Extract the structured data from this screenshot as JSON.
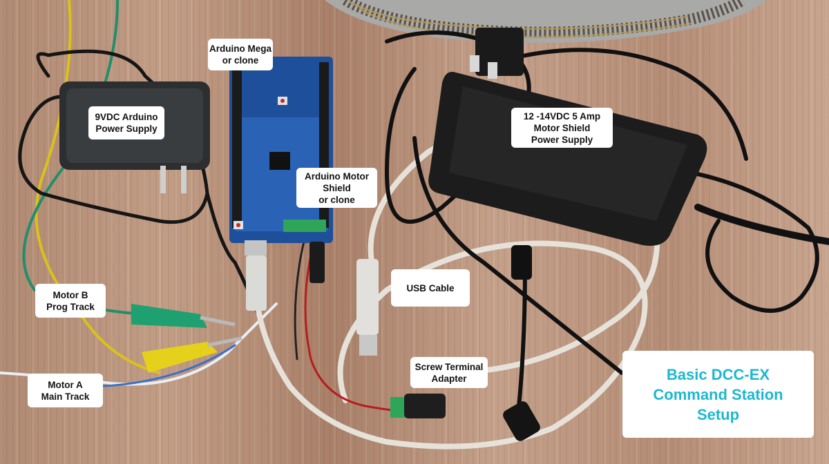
{
  "image": {
    "description": "Photo of a basic DCC-EX model railroad command station setup on a wooden table",
    "colors": {
      "title_accent": "#1bb8d0",
      "label_background": "#ffffff",
      "label_text": "#111111",
      "arduino_board": "#2a5aa8",
      "wood_table": "#b99480",
      "track_ballast": "#a6a6a6"
    }
  },
  "title_card": {
    "lines": [
      "Basic DCC-EX",
      "Command Station",
      "Setup"
    ]
  },
  "labels": {
    "arduino_mega": {
      "lines": [
        "Arduino Mega",
        "or clone"
      ]
    },
    "arduino_power": {
      "lines": [
        "9VDC Arduino",
        "Power Supply"
      ]
    },
    "motor_shield": {
      "lines": [
        "Arduino Motor",
        "Shield",
        "or clone"
      ]
    },
    "motor_power": {
      "lines": [
        "12 -14VDC 5 Amp",
        "Motor Shield",
        "Power Supply"
      ]
    },
    "usb_cable": {
      "lines": [
        "USB Cable"
      ]
    },
    "motor_b": {
      "lines": [
        "Motor B",
        "Prog Track"
      ]
    },
    "motor_a": {
      "lines": [
        "Motor A",
        "Main Track"
      ]
    },
    "screw_terminal": {
      "lines": [
        "Screw Terminal",
        "Adapter"
      ]
    }
  }
}
